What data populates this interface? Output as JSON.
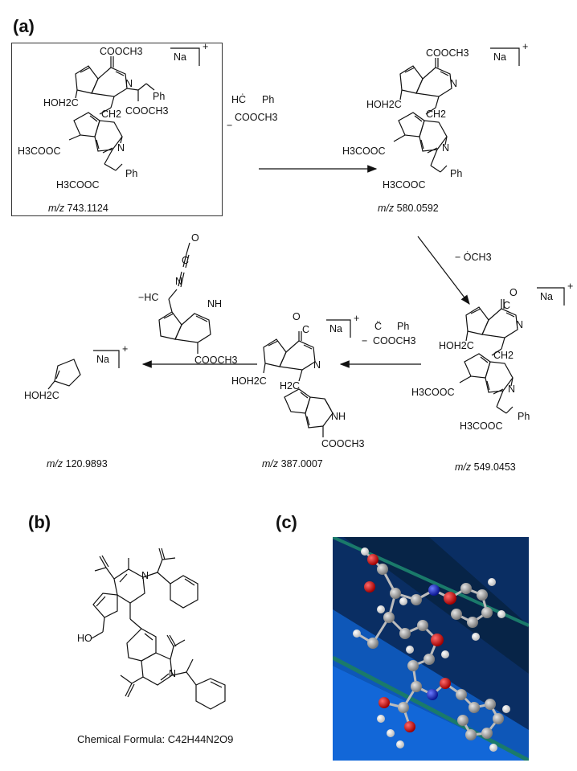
{
  "panels": {
    "a": "(a)",
    "b": "(b)",
    "c": "(c)"
  },
  "species": [
    {
      "id": "precursor",
      "mz_label": "m/z",
      "mz_value": "743.1124",
      "ion": "Na",
      "charge": "+"
    },
    {
      "id": "frag1",
      "mz_label": "m/z",
      "mz_value": "580.0592",
      "ion": "Na",
      "charge": "+"
    },
    {
      "id": "frag2",
      "mz_label": "m/z",
      "mz_value": "549.0453",
      "ion": "Na",
      "charge": "+"
    },
    {
      "id": "frag3",
      "mz_label": "m/z",
      "mz_value": "387.0007",
      "ion": "Na",
      "charge": "+"
    },
    {
      "id": "frag4",
      "mz_label": "m/z",
      "mz_value": "120.9893",
      "ion": "Na",
      "charge": "+"
    }
  ],
  "losses": {
    "loss1": {
      "sign": "−",
      "group_a": "HĊ",
      "group_b": "Ph",
      "group_c": "COOCH3"
    },
    "loss2": {
      "sign": "−",
      "group": "ȮCH3"
    },
    "loss3": {
      "sign": "−",
      "group_a": "C̈",
      "group_b": "Ph",
      "group_c": "COOCH3"
    }
  },
  "labels": {
    "cooch3": "COOCH3",
    "h3cooc": "H3COOC",
    "hoh2c": "HOH2C",
    "ch2": "CH2",
    "h2c": "H2C",
    "ph": "Ph",
    "n": "N",
    "nh": "NH",
    "o": "O",
    "c": "C",
    "hc": "HC",
    "ho": "HO"
  },
  "formula": {
    "prefix": "Chemical Formula: ",
    "value": "C42H44N2O9"
  }
}
